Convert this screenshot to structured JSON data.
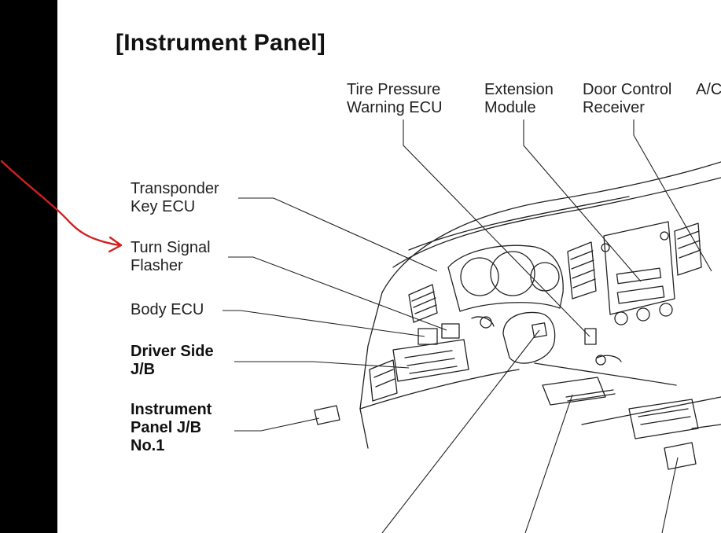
{
  "title": "[Instrument Panel]",
  "labels": {
    "tire_pressure": "Tire Pressure\nWarning ECU",
    "extension_module": "Extension\nModule",
    "door_control": "Door Control\nReceiver",
    "ac_partial": "A/C",
    "transponder": "Transponder\nKey ECU",
    "turn_signal": "Turn Signal\nFlasher",
    "body_ecu": "Body ECU",
    "driver_jb": "Driver Side\nJ/B",
    "instrument_jb": "Instrument\nPanel J/B\nNo.1"
  },
  "colors": {
    "annotation": "#d21f1f",
    "ink": "#222222",
    "bar": "#000000"
  }
}
